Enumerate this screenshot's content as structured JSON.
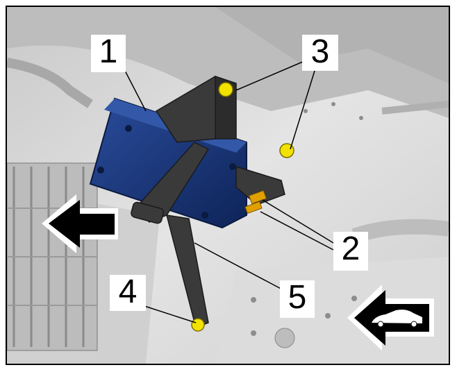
{
  "callouts": [
    "1",
    "2",
    "3",
    "4",
    "5"
  ],
  "icons": {
    "direction_arrow_left": "arrow-left-icon",
    "vehicle_front_direction": "car-icon"
  },
  "colors": {
    "control_unit": "#17357a",
    "bracket": "#3a3a3a",
    "bolt": "#f2e200",
    "clip": "#e0a000",
    "background_metal": "#d4d4d4"
  }
}
